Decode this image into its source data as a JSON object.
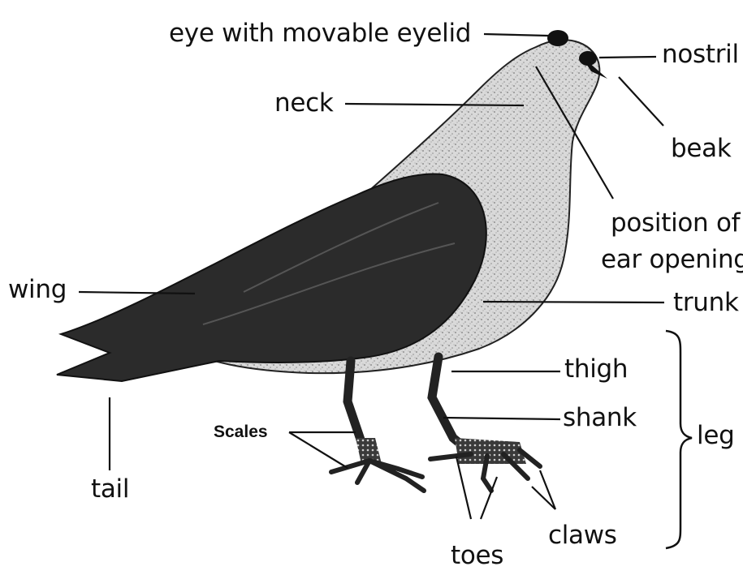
{
  "diagram": {
    "labels": {
      "eye": "eye with movable eyelid",
      "nostril": "nostril",
      "neck": "neck",
      "beak": "beak",
      "ear_line1": "position of",
      "ear_line2": "ear opening",
      "wing": "wing",
      "trunk": "trunk",
      "thigh": "thigh",
      "shank": "shank",
      "leg": "leg",
      "scales": "Scales",
      "tail": "tail",
      "claws": "claws",
      "toes": "toes"
    }
  }
}
